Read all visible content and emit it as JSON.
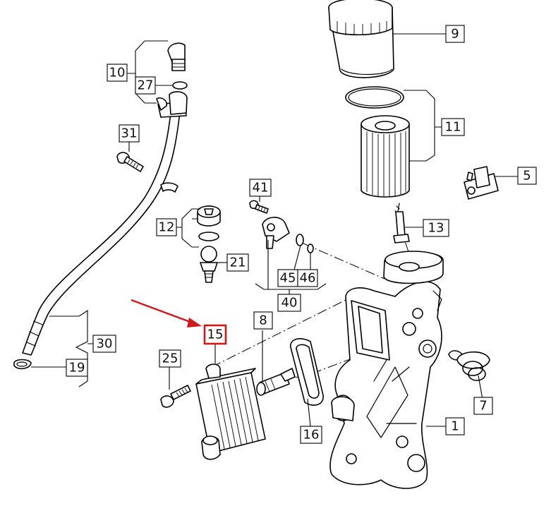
{
  "highlight": {
    "part": "15",
    "color": "#d01a1a"
  },
  "labels": {
    "p9": "9",
    "p10": "10",
    "p27": "27",
    "p11": "11",
    "p31": "31",
    "p5": "5",
    "p41": "41",
    "p12": "12",
    "p13": "13",
    "p21": "21",
    "p45": "45",
    "p46": "46",
    "p40": "40",
    "p15": "15",
    "p8": "8",
    "p30": "30",
    "p25": "25",
    "p19": "19",
    "p7": "7",
    "p16": "16",
    "p1": "1"
  }
}
